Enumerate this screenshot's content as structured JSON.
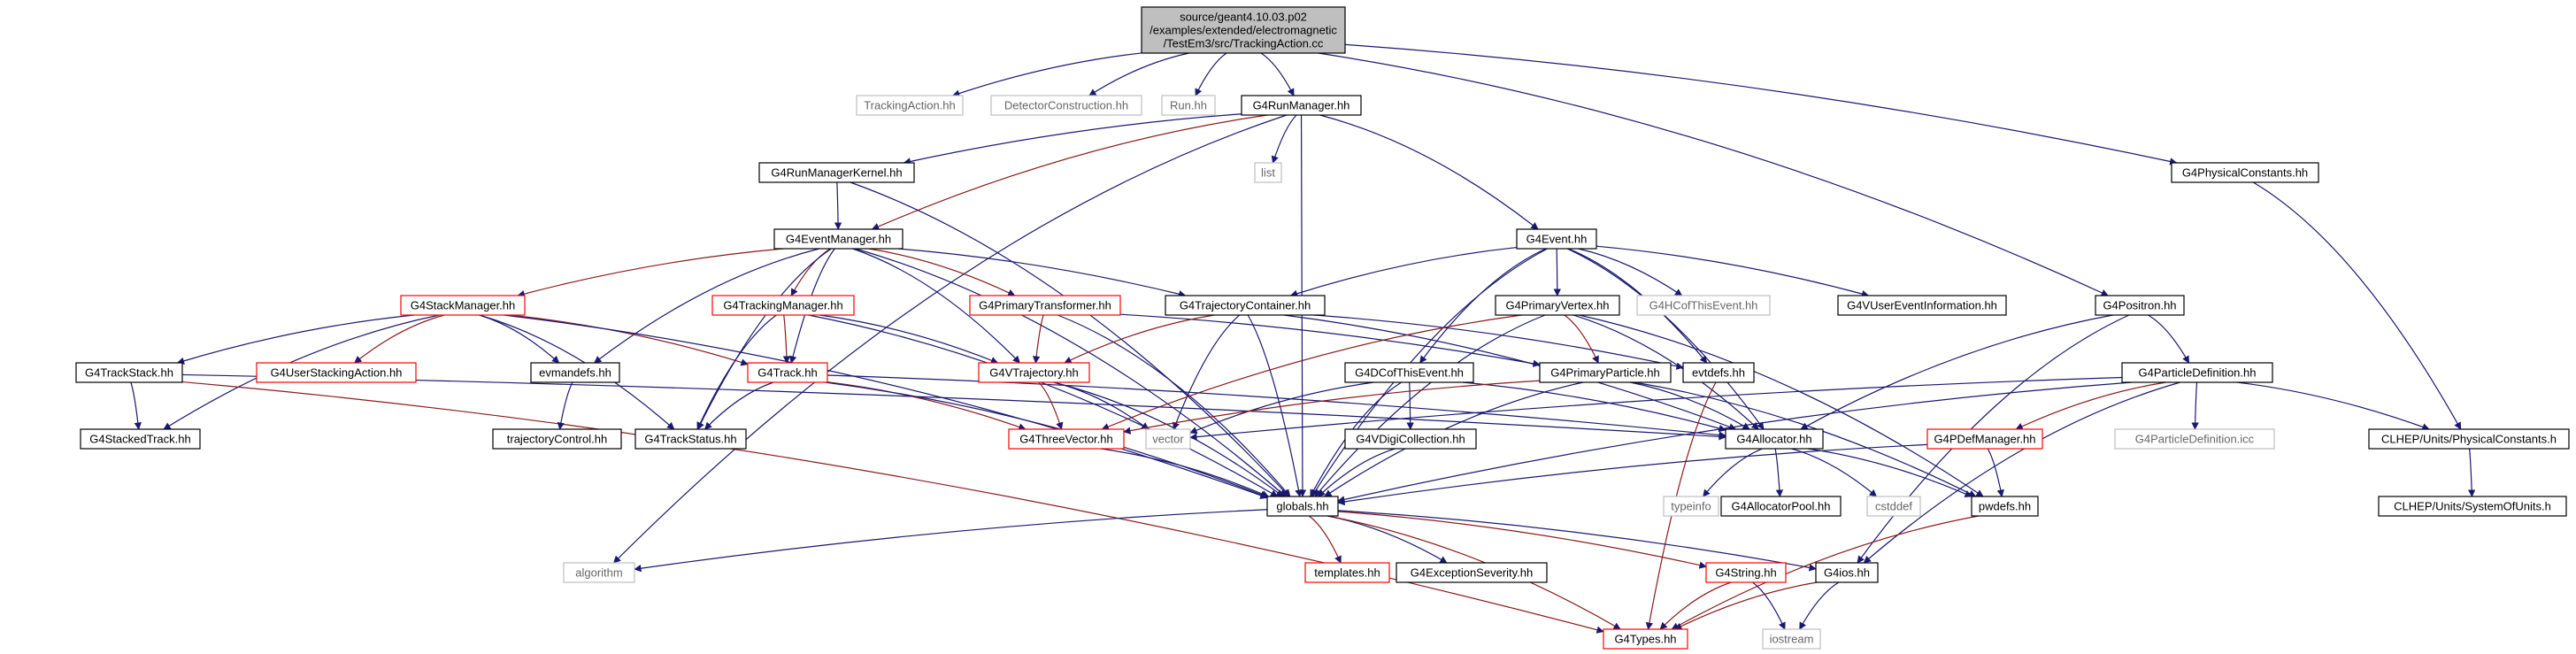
{
  "title": "source/geant4.10.03.p02/examples/extended/electromagnetic/TestEm3/src/TrackingAction.cc",
  "colors": {
    "edge": "#191970",
    "edge_alt": "#8b1a1a",
    "node_border": "#000000",
    "node_border_red": "#ff0000",
    "node_border_ext": "#bfbfbf",
    "root_fill": "#bfbfbf"
  },
  "nodes": [
    {
      "id": "root",
      "label_lines": [
        "source/geant4.10.03.p02",
        "/examples/extended/electromagnetic",
        "/TestEm3/src/TrackingAction.cc"
      ],
      "style": "root"
    },
    {
      "id": "TrackingAction_hh",
      "label": "TrackingAction.hh",
      "style": "ext"
    },
    {
      "id": "DetectorConstruction_hh",
      "label": "DetectorConstruction.hh",
      "style": "ext"
    },
    {
      "id": "Run_hh",
      "label": "Run.hh",
      "style": "ext"
    },
    {
      "id": "G4RunManager_hh",
      "label": "G4RunManager.hh",
      "style": "black"
    },
    {
      "id": "G4PhysicalConstants_hh",
      "label": "G4PhysicalConstants.hh",
      "style": "black"
    },
    {
      "id": "G4RunManagerKernel_hh",
      "label": "G4RunManagerKernel.hh",
      "style": "black"
    },
    {
      "id": "list",
      "label": "list",
      "style": "ext"
    },
    {
      "id": "G4Event_hh",
      "label": "G4Event.hh",
      "style": "black"
    },
    {
      "id": "G4EventManager_hh",
      "label": "G4EventManager.hh",
      "style": "black"
    },
    {
      "id": "G4StackManager_hh",
      "label": "G4StackManager.hh",
      "style": "red"
    },
    {
      "id": "G4TrackingManager_hh",
      "label": "G4TrackingManager.hh",
      "style": "red"
    },
    {
      "id": "G4PrimaryTransformer_hh",
      "label": "G4PrimaryTransformer.hh",
      "style": "red"
    },
    {
      "id": "G4TrajectoryContainer_hh",
      "label": "G4TrajectoryContainer.hh",
      "style": "black"
    },
    {
      "id": "G4PrimaryVertex_hh",
      "label": "G4PrimaryVertex.hh",
      "style": "black"
    },
    {
      "id": "G4HCofThisEvent_hh",
      "label": "G4HCofThisEvent.hh",
      "style": "ext"
    },
    {
      "id": "G4VUserEventInformation_hh",
      "label": "G4VUserEventInformation.hh",
      "style": "black"
    },
    {
      "id": "G4Positron_hh",
      "label": "G4Positron.hh",
      "style": "black"
    },
    {
      "id": "G4TrackStack_hh",
      "label": "G4TrackStack.hh",
      "style": "black"
    },
    {
      "id": "G4UserStackingAction_hh",
      "label": "G4UserStackingAction.hh",
      "style": "red"
    },
    {
      "id": "evmandefs_hh",
      "label": "evmandefs.hh",
      "style": "black"
    },
    {
      "id": "G4Track_hh",
      "label": "G4Track.hh",
      "style": "red"
    },
    {
      "id": "G4VTrajectory_hh",
      "label": "G4VTrajectory.hh",
      "style": "red"
    },
    {
      "id": "G4DCofThisEvent_hh",
      "label": "G4DCofThisEvent.hh",
      "style": "black"
    },
    {
      "id": "G4PrimaryParticle_hh",
      "label": "G4PrimaryParticle.hh",
      "style": "black"
    },
    {
      "id": "evtdefs_hh",
      "label": "evtdefs.hh",
      "style": "black"
    },
    {
      "id": "G4ParticleDefinition_hh",
      "label": "G4ParticleDefinition.hh",
      "style": "black"
    },
    {
      "id": "G4StackedTrack_hh",
      "label": "G4StackedTrack.hh",
      "style": "black"
    },
    {
      "id": "trajectoryControl_hh",
      "label": "trajectoryControl.hh",
      "style": "black"
    },
    {
      "id": "G4TrackStatus_hh",
      "label": "G4TrackStatus.hh",
      "style": "black"
    },
    {
      "id": "G4ThreeVector_hh",
      "label": "G4ThreeVector.hh",
      "style": "red"
    },
    {
      "id": "vector",
      "label": "vector",
      "style": "ext"
    },
    {
      "id": "G4VDigiCollection_hh",
      "label": "G4VDigiCollection.hh",
      "style": "black"
    },
    {
      "id": "G4Allocator_hh",
      "label": "G4Allocator.hh",
      "style": "black"
    },
    {
      "id": "G4PDefManager_hh",
      "label": "G4PDefManager.hh",
      "style": "red"
    },
    {
      "id": "G4ParticleDefinition_icc",
      "label": "G4ParticleDefinition.icc",
      "style": "ext"
    },
    {
      "id": "CLHEP_PhysicalConstants_h",
      "label": "CLHEP/Units/PhysicalConstants.h",
      "style": "black"
    },
    {
      "id": "globals_hh",
      "label": "globals.hh",
      "style": "black"
    },
    {
      "id": "typeinfo",
      "label": "typeinfo",
      "style": "ext"
    },
    {
      "id": "G4AllocatorPool_hh",
      "label": "G4AllocatorPool.hh",
      "style": "black"
    },
    {
      "id": "cstddef",
      "label": "cstddef",
      "style": "ext"
    },
    {
      "id": "pwdefs_hh",
      "label": "pwdefs.hh",
      "style": "black"
    },
    {
      "id": "CLHEP_SystemOfUnits_h",
      "label": "CLHEP/Units/SystemOfUnits.h",
      "style": "black"
    },
    {
      "id": "templates_hh",
      "label": "templates.hh",
      "style": "red"
    },
    {
      "id": "G4ExceptionSeverity_hh",
      "label": "G4ExceptionSeverity.hh",
      "style": "black"
    },
    {
      "id": "algorithm",
      "label": "algorithm",
      "style": "ext"
    },
    {
      "id": "G4String_hh",
      "label": "G4String.hh",
      "style": "red"
    },
    {
      "id": "G4ios_hh",
      "label": "G4ios.hh",
      "style": "black"
    },
    {
      "id": "iostream",
      "label": "iostream",
      "style": "ext"
    },
    {
      "id": "G4Types_hh",
      "label": "G4Types.hh",
      "style": "red"
    }
  ],
  "edges": [
    [
      "root",
      "TrackingAction_hh"
    ],
    [
      "root",
      "DetectorConstruction_hh"
    ],
    [
      "root",
      "Run_hh"
    ],
    [
      "root",
      "G4RunManager_hh"
    ],
    [
      "root",
      "G4PhysicalConstants_hh"
    ],
    [
      "root",
      "G4Positron_hh"
    ],
    [
      "G4RunManager_hh",
      "G4RunManagerKernel_hh"
    ],
    [
      "G4RunManager_hh",
      "list"
    ],
    [
      "G4RunManager_hh",
      "G4EventManager_hh"
    ],
    [
      "G4RunManager_hh",
      "G4Event_hh"
    ],
    [
      "G4RunManager_hh",
      "globals_hh"
    ],
    [
      "G4RunManager_hh",
      "algorithm"
    ],
    [
      "G4RunManagerKernel_hh",
      "G4EventManager_hh"
    ],
    [
      "G4RunManagerKernel_hh",
      "globals_hh"
    ],
    [
      "G4PhysicalConstants_hh",
      "CLHEP_PhysicalConstants_h"
    ],
    [
      "G4EventManager_hh",
      "G4StackManager_hh"
    ],
    [
      "G4EventManager_hh",
      "G4TrackingManager_hh"
    ],
    [
      "G4EventManager_hh",
      "G4PrimaryTransformer_hh"
    ],
    [
      "G4EventManager_hh",
      "G4TrajectoryContainer_hh"
    ],
    [
      "G4EventManager_hh",
      "evmandefs_hh"
    ],
    [
      "G4EventManager_hh",
      "G4Track_hh"
    ],
    [
      "G4EventManager_hh",
      "G4TrackStatus_hh"
    ],
    [
      "G4EventManager_hh",
      "G4VTrajectory_hh"
    ],
    [
      "G4EventManager_hh",
      "globals_hh"
    ],
    [
      "G4Event_hh",
      "G4TrajectoryContainer_hh"
    ],
    [
      "G4Event_hh",
      "G4PrimaryVertex_hh"
    ],
    [
      "G4Event_hh",
      "G4HCofThisEvent_hh"
    ],
    [
      "G4Event_hh",
      "G4VUserEventInformation_hh"
    ],
    [
      "G4Event_hh",
      "G4DCofThisEvent_hh"
    ],
    [
      "G4Event_hh",
      "evtdefs_hh"
    ],
    [
      "G4Event_hh",
      "G4Allocator_hh"
    ],
    [
      "G4Event_hh",
      "globals_hh"
    ],
    [
      "G4StackManager_hh",
      "G4TrackStack_hh"
    ],
    [
      "G4StackManager_hh",
      "G4UserStackingAction_hh"
    ],
    [
      "G4StackManager_hh",
      "evmandefs_hh"
    ],
    [
      "G4StackManager_hh",
      "G4Track_hh"
    ],
    [
      "G4StackManager_hh",
      "G4StackedTrack_hh"
    ],
    [
      "G4StackManager_hh",
      "G4TrackStatus_hh"
    ],
    [
      "G4StackManager_hh",
      "globals_hh"
    ],
    [
      "G4TrackingManager_hh",
      "G4Track_hh"
    ],
    [
      "G4TrackingManager_hh",
      "G4VTrajectory_hh"
    ],
    [
      "G4TrackingManager_hh",
      "G4TrackStatus_hh"
    ],
    [
      "G4TrackingManager_hh",
      "globals_hh"
    ],
    [
      "G4PrimaryTransformer_hh",
      "G4VTrajectory_hh"
    ],
    [
      "G4PrimaryTransformer_hh",
      "G4PrimaryParticle_hh"
    ],
    [
      "G4PrimaryTransformer_hh",
      "globals_hh"
    ],
    [
      "G4TrajectoryContainer_hh",
      "G4VTrajectory_hh"
    ],
    [
      "G4TrajectoryContainer_hh",
      "vector"
    ],
    [
      "G4TrajectoryContainer_hh",
      "globals_hh"
    ],
    [
      "G4TrajectoryContainer_hh",
      "evtdefs_hh"
    ],
    [
      "G4TrajectoryContainer_hh",
      "G4Allocator_hh"
    ],
    [
      "G4PrimaryVertex_hh",
      "G4PrimaryParticle_hh"
    ],
    [
      "G4PrimaryVertex_hh",
      "G4Allocator_hh"
    ],
    [
      "G4PrimaryVertex_hh",
      "globals_hh"
    ],
    [
      "G4PrimaryVertex_hh",
      "pwdefs_hh"
    ],
    [
      "G4PrimaryVertex_hh",
      "G4ThreeVector_hh"
    ],
    [
      "G4Positron_hh",
      "G4ParticleDefinition_hh"
    ],
    [
      "G4Positron_hh",
      "G4ios_hh"
    ],
    [
      "G4Positron_hh",
      "G4Allocator_hh"
    ],
    [
      "G4TrackStack_hh",
      "G4StackedTrack_hh"
    ],
    [
      "G4TrackStack_hh",
      "G4Allocator_hh"
    ],
    [
      "G4TrackStack_hh",
      "G4Types_hh"
    ],
    [
      "evmandefs_hh",
      "trajectoryControl_hh"
    ],
    [
      "G4Track_hh",
      "G4TrackStatus_hh"
    ],
    [
      "G4Track_hh",
      "G4ThreeVector_hh"
    ],
    [
      "G4Track_hh",
      "G4Allocator_hh"
    ],
    [
      "G4Track_hh",
      "globals_hh"
    ],
    [
      "G4VTrajectory_hh",
      "G4ThreeVector_hh"
    ],
    [
      "G4VTrajectory_hh",
      "vector"
    ],
    [
      "G4VTrajectory_hh",
      "globals_hh"
    ],
    [
      "G4DCofThisEvent_hh",
      "G4VDigiCollection_hh"
    ],
    [
      "G4DCofThisEvent_hh",
      "G4Allocator_hh"
    ],
    [
      "G4DCofThisEvent_hh",
      "vector"
    ],
    [
      "G4DCofThisEvent_hh",
      "globals_hh"
    ],
    [
      "G4PrimaryParticle_hh",
      "G4Allocator_hh"
    ],
    [
      "G4PrimaryParticle_hh",
      "G4ThreeVector_hh"
    ],
    [
      "G4PrimaryParticle_hh",
      "globals_hh"
    ],
    [
      "G4PrimaryParticle_hh",
      "pwdefs_hh"
    ],
    [
      "evtdefs_hh",
      "G4Types_hh"
    ],
    [
      "G4ParticleDefinition_hh",
      "G4PDefManager_hh"
    ],
    [
      "G4ParticleDefinition_hh",
      "G4ParticleDefinition_icc"
    ],
    [
      "G4ParticleDefinition_hh",
      "CLHEP_PhysicalConstants_h"
    ],
    [
      "G4ParticleDefinition_hh",
      "globals_hh"
    ],
    [
      "G4ParticleDefinition_hh",
      "G4ios_hh"
    ],
    [
      "G4ParticleDefinition_hh",
      "vector"
    ],
    [
      "G4ThreeVector_hh",
      "globals_hh"
    ],
    [
      "G4VDigiCollection_hh",
      "globals_hh"
    ],
    [
      "G4Allocator_hh",
      "typeinfo"
    ],
    [
      "G4Allocator_hh",
      "G4AllocatorPool_hh"
    ],
    [
      "G4Allocator_hh",
      "cstddef"
    ],
    [
      "G4Allocator_hh",
      "pwdefs_hh"
    ],
    [
      "G4PDefManager_hh",
      "globals_hh"
    ],
    [
      "G4PDefManager_hh",
      "pwdefs_hh"
    ],
    [
      "CLHEP_PhysicalConstants_h",
      "CLHEP_SystemOfUnits_h"
    ],
    [
      "globals_hh",
      "templates_hh"
    ],
    [
      "globals_hh",
      "G4ExceptionSeverity_hh"
    ],
    [
      "globals_hh",
      "algorithm"
    ],
    [
      "globals_hh",
      "G4String_hh"
    ],
    [
      "globals_hh",
      "G4ios_hh"
    ],
    [
      "globals_hh",
      "G4Types_hh"
    ],
    [
      "pwdefs_hh",
      "G4Types_hh"
    ],
    [
      "G4String_hh",
      "G4Types_hh"
    ],
    [
      "G4String_hh",
      "iostream"
    ],
    [
      "G4ios_hh",
      "G4Types_hh"
    ],
    [
      "G4ios_hh",
      "iostream"
    ]
  ]
}
